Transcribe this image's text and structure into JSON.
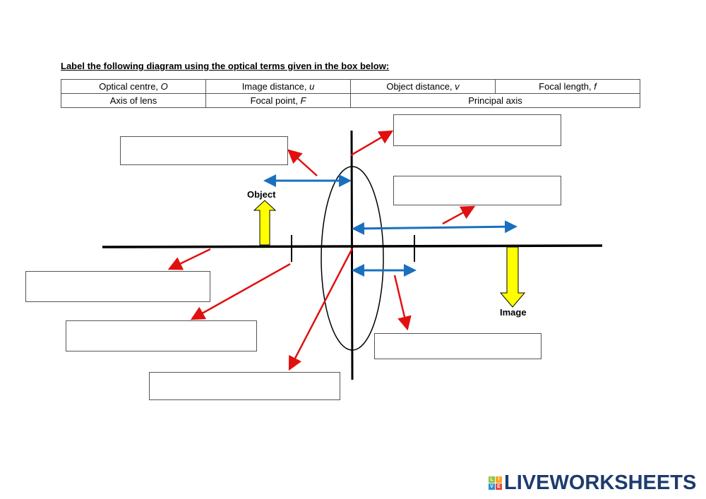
{
  "instruction": "Label the following diagram using the optical terms given in the box below:",
  "terms_table": {
    "row1": [
      "Optical centre, ",
      "O",
      "Image distance, ",
      "u",
      "Object distance, ",
      "v",
      "Focal length, ",
      "f"
    ],
    "row2": [
      "Axis of lens",
      "Focal point, ",
      "F",
      "Principal axis"
    ]
  },
  "diagram": {
    "object_label": "Object",
    "image_label": "Image",
    "colors": {
      "arrow_red": "#e01010",
      "arrow_blue": "#1a6fbf",
      "yellow": "#ffff00"
    }
  },
  "answer_boxes": [
    "",
    "",
    "",
    "",
    "",
    "",
    ""
  ],
  "logo": {
    "text": "LIVEWORKSHEETS",
    "blocks": [
      "L",
      "I",
      "V",
      "E"
    ]
  }
}
